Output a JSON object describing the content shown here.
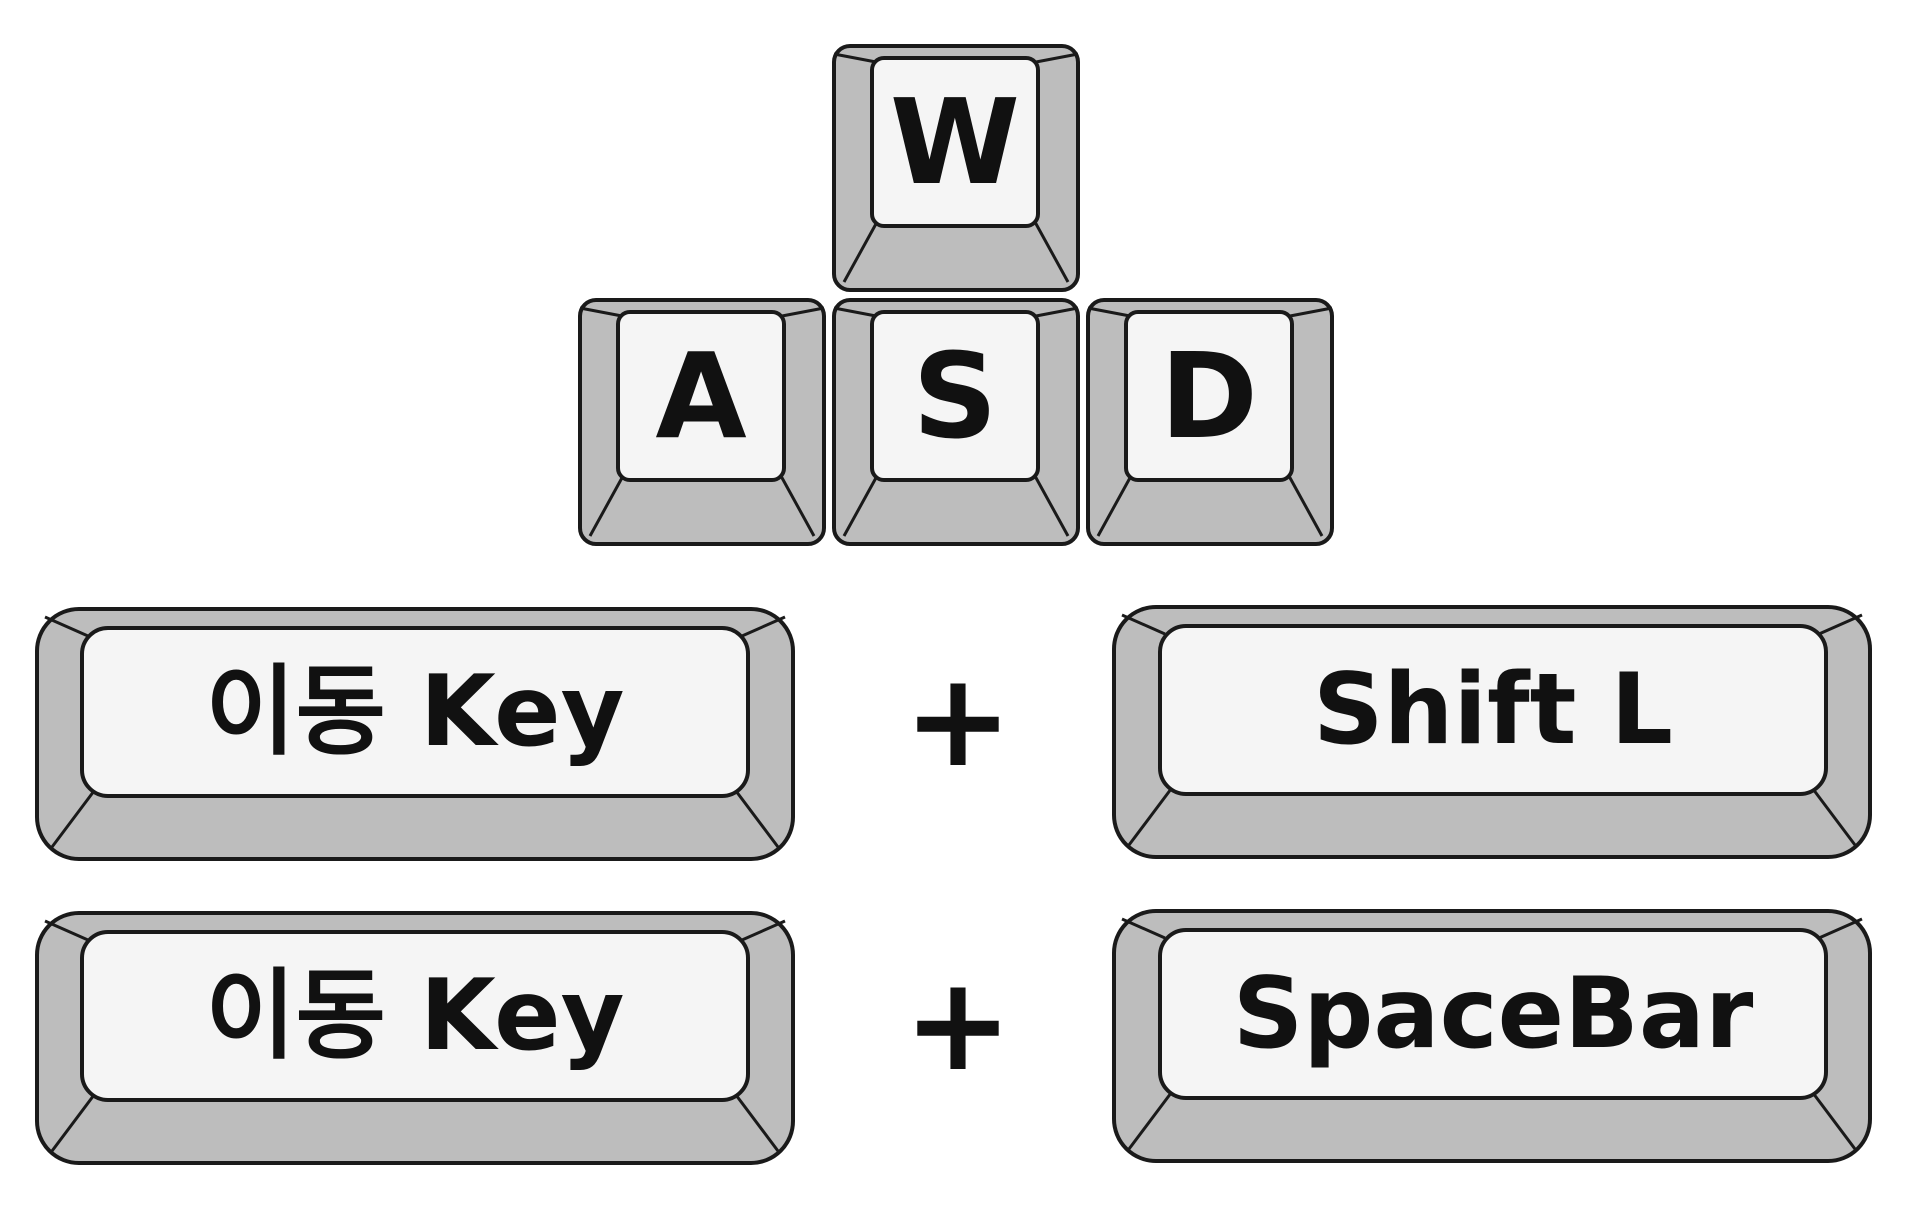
{
  "colors": {
    "key_body": "#bdbdbd",
    "key_top": "#f5f5f5",
    "outline": "#1a1a1a",
    "background": "#ffffff"
  },
  "keys": {
    "w": "W",
    "a": "A",
    "s": "S",
    "d": "D"
  },
  "rows": [
    {
      "left_label": "이동 Key",
      "operator": "+",
      "right_label": "Shift L"
    },
    {
      "left_label": "이동 Key",
      "operator": "+",
      "right_label": "SpaceBar"
    }
  ]
}
